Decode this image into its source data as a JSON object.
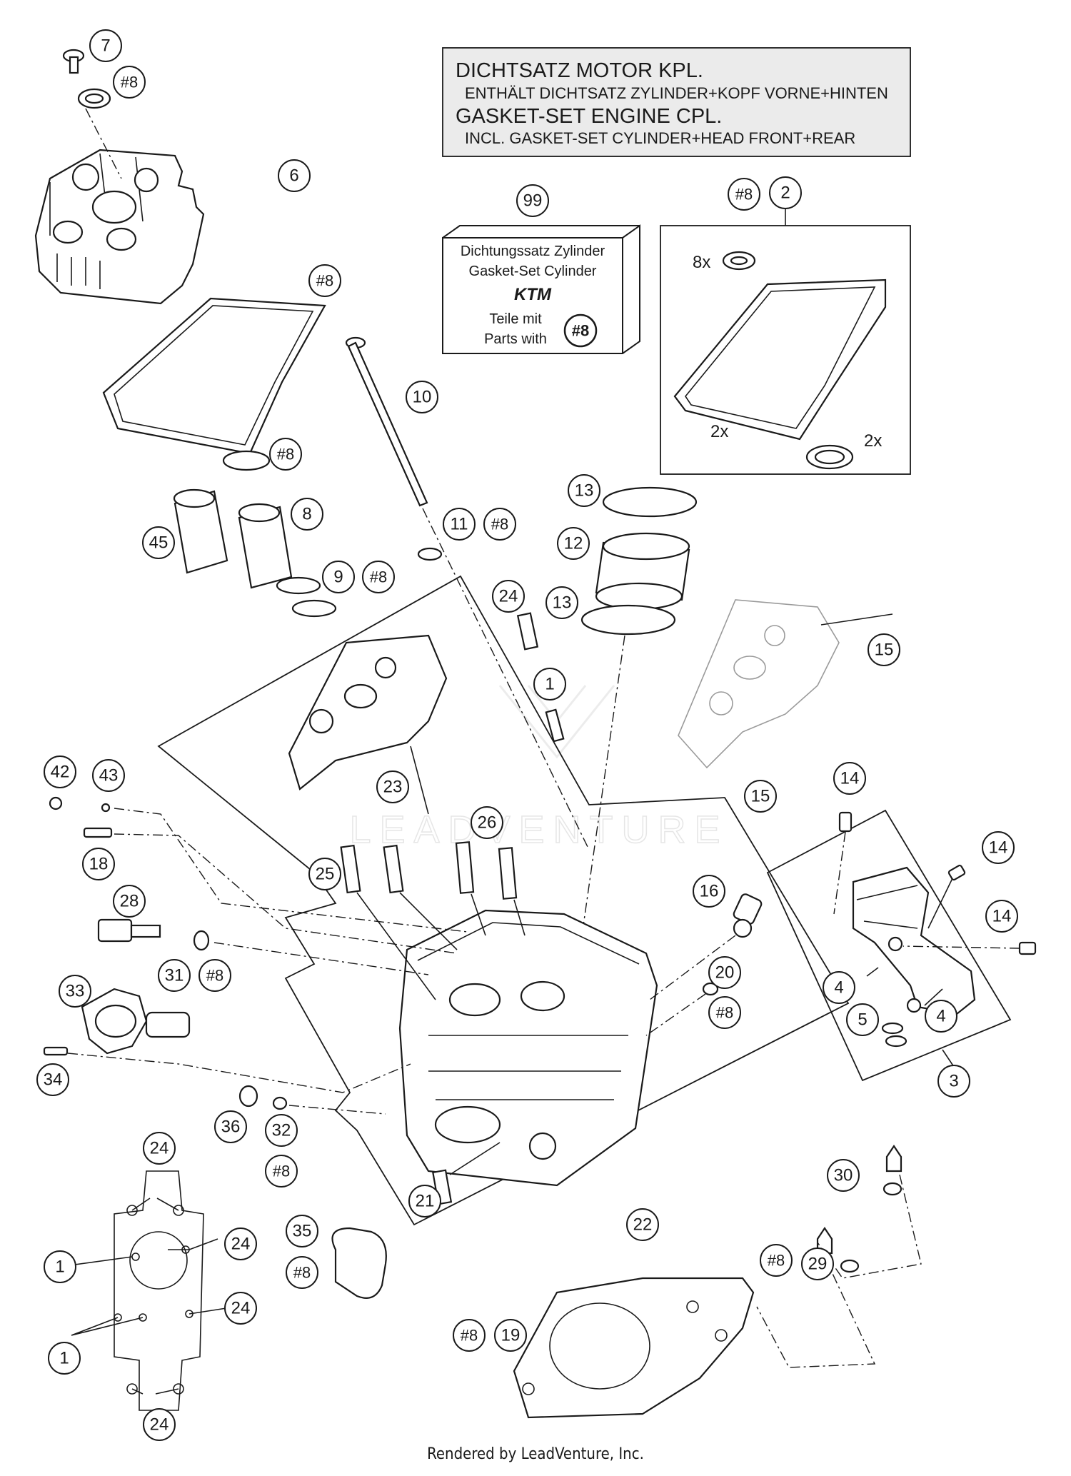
{
  "notes": {
    "gasket_set_engine": {
      "line1": "DICHTSATZ MOTOR KPL.",
      "line2": "ENTHÄLT DICHTSATZ ZYLINDER+KOPF VORNE+HINTEN",
      "line3": "GASKET-SET ENGINE CPL.",
      "line4": "INCL. GASKET-SET CYLINDER+HEAD FRONT+REAR"
    },
    "gasket_set_cylinder": {
      "line1": "Dichtungssatz Zylinder",
      "line2": "Gasket-Set Cylinder",
      "brand": "KTM",
      "line3": "Teile mit",
      "line4": "Parts with",
      "badge": "#8"
    }
  },
  "quantities": {
    "q_8x": "8x",
    "q_2x_a": "2x",
    "q_2x_b": "2x"
  },
  "watermark": "LEADVENTURE",
  "footer": "Rendered by LeadVenture, Inc.",
  "callouts": [
    {
      "id": "c7",
      "label": "7"
    },
    {
      "id": "c8a",
      "label": "#8"
    },
    {
      "id": "c6",
      "label": "6"
    },
    {
      "id": "c8b",
      "label": "#8"
    },
    {
      "id": "c10",
      "label": "10"
    },
    {
      "id": "c8c",
      "label": "#8"
    },
    {
      "id": "c8d",
      "label": "8"
    },
    {
      "id": "c45",
      "label": "45"
    },
    {
      "id": "c9",
      "label": "9"
    },
    {
      "id": "c8e",
      "label": "#8"
    },
    {
      "id": "c11",
      "label": "11"
    },
    {
      "id": "c8f",
      "label": "#8"
    },
    {
      "id": "c99",
      "label": "99"
    },
    {
      "id": "c8g",
      "label": "#8"
    },
    {
      "id": "c2",
      "label": "2"
    },
    {
      "id": "c13a",
      "label": "13"
    },
    {
      "id": "c12",
      "label": "12"
    },
    {
      "id": "c13b",
      "label": "13"
    },
    {
      "id": "c24a",
      "label": "24"
    },
    {
      "id": "c1a",
      "label": "1"
    },
    {
      "id": "c15a",
      "label": "15"
    },
    {
      "id": "c15b",
      "label": "15"
    },
    {
      "id": "c23",
      "label": "23"
    },
    {
      "id": "c42",
      "label": "42"
    },
    {
      "id": "c43",
      "label": "43"
    },
    {
      "id": "c18",
      "label": "18"
    },
    {
      "id": "c26",
      "label": "26"
    },
    {
      "id": "c25",
      "label": "25"
    },
    {
      "id": "c14a",
      "label": "14"
    },
    {
      "id": "c14b",
      "label": "14"
    },
    {
      "id": "c14c",
      "label": "14"
    },
    {
      "id": "c16",
      "label": "16"
    },
    {
      "id": "c28",
      "label": "28"
    },
    {
      "id": "c31",
      "label": "31"
    },
    {
      "id": "c8h",
      "label": "#8"
    },
    {
      "id": "c20",
      "label": "20"
    },
    {
      "id": "c8i",
      "label": "#8"
    },
    {
      "id": "c4a",
      "label": "4"
    },
    {
      "id": "c4b",
      "label": "4"
    },
    {
      "id": "c5",
      "label": "5"
    },
    {
      "id": "c3",
      "label": "3"
    },
    {
      "id": "c33",
      "label": "33"
    },
    {
      "id": "c34",
      "label": "34"
    },
    {
      "id": "c36",
      "label": "36"
    },
    {
      "id": "c32",
      "label": "32"
    },
    {
      "id": "c8j",
      "label": "#8"
    },
    {
      "id": "c24b",
      "label": "24"
    },
    {
      "id": "c24c",
      "label": "24"
    },
    {
      "id": "c1b",
      "label": "1"
    },
    {
      "id": "c24d",
      "label": "24"
    },
    {
      "id": "c1c",
      "label": "1"
    },
    {
      "id": "c24e",
      "label": "24"
    },
    {
      "id": "c35",
      "label": "35"
    },
    {
      "id": "c8k",
      "label": "#8"
    },
    {
      "id": "c21",
      "label": "21"
    },
    {
      "id": "c22",
      "label": "22"
    },
    {
      "id": "c30",
      "label": "30"
    },
    {
      "id": "c8l",
      "label": "#8"
    },
    {
      "id": "c29",
      "label": "29"
    },
    {
      "id": "c8m",
      "label": "#8"
    },
    {
      "id": "c19",
      "label": "19"
    }
  ]
}
